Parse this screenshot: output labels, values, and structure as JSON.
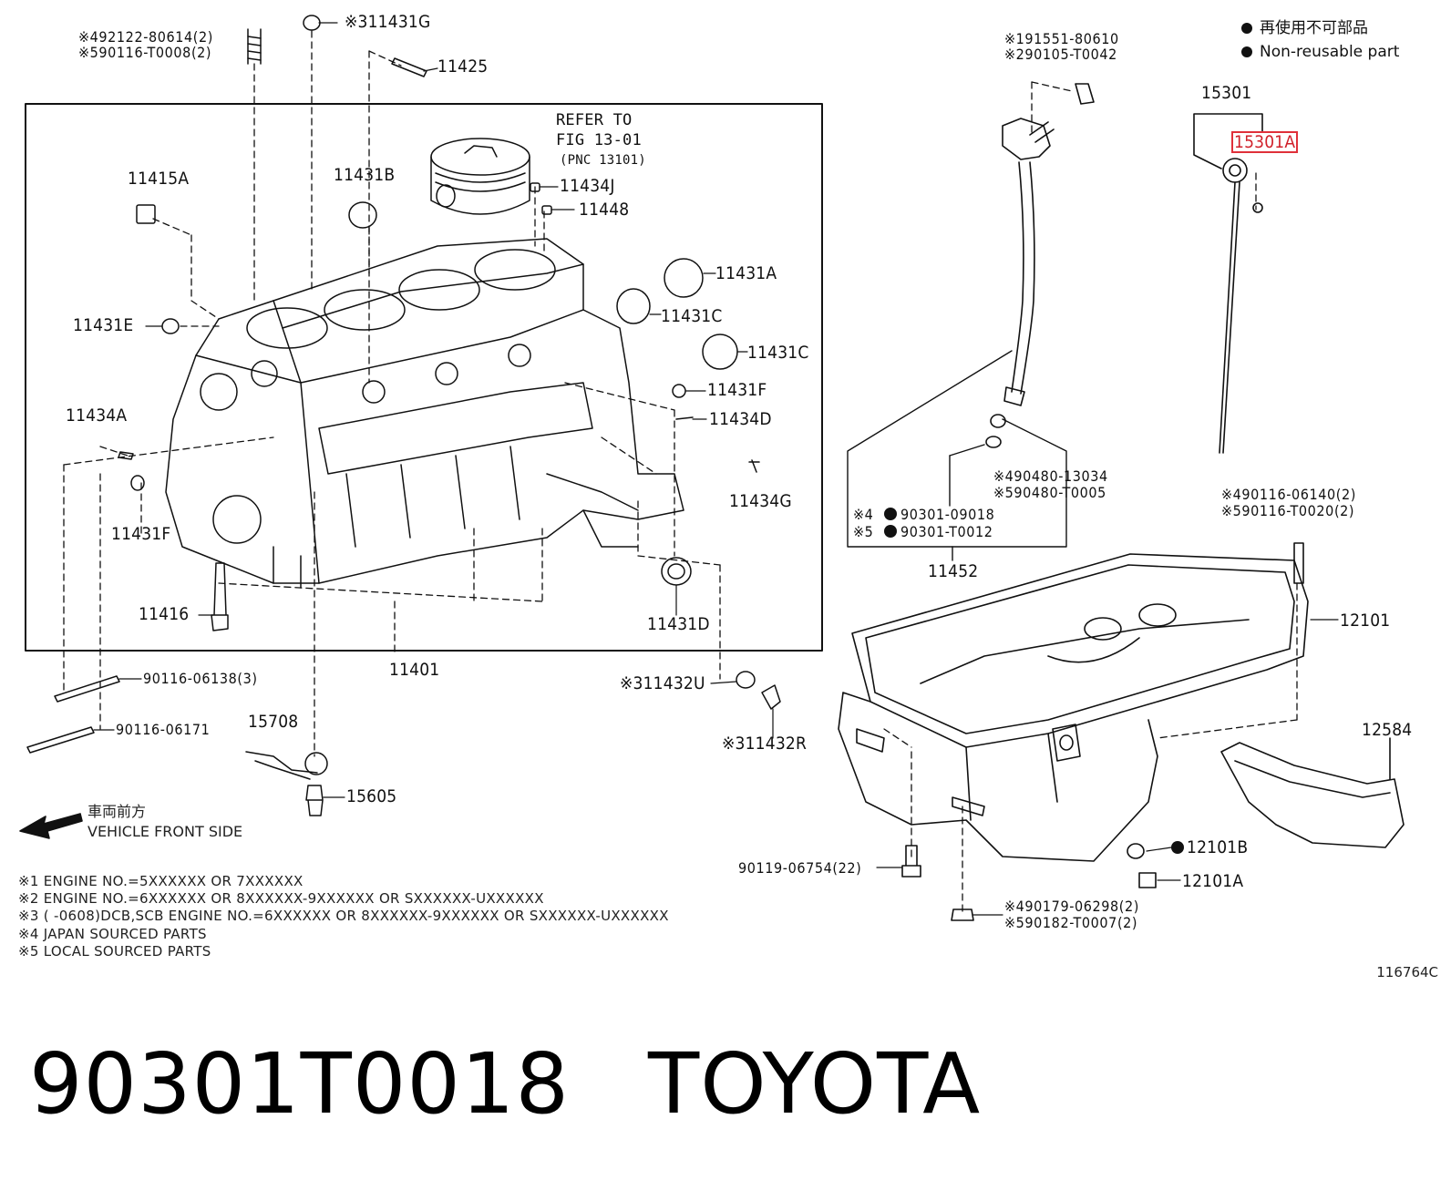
{
  "legend": {
    "line1": "再使用不可部品",
    "line2": "Non-reusable part"
  },
  "figure_id": "116764C",
  "footer": {
    "part_number": "90301T0018",
    "brand": "TOYOTA"
  },
  "front_side": {
    "jp": "車両前方",
    "en": "VEHICLE FRONT SIDE"
  },
  "refer": {
    "line1": "REFER TO",
    "line2": "FIG 13-01",
    "line3": "(PNC 13101)"
  },
  "labels": {
    "p_92122": "※492122-80614(2)",
    "p_90116_t0008": "※590116-T0008(2)",
    "p_11431G": "※311431G",
    "p_11425": "11425",
    "p_11431B": "11431B",
    "p_11434J": "11434J",
    "p_11448": "11448",
    "p_11415A": "11415A",
    "p_11431A": "11431A",
    "p_11431C_1": "11431C",
    "p_11431C_2": "11431C",
    "p_11431E": "11431E",
    "p_11431F_1": "11431F",
    "p_11434A": "11434A",
    "p_11434D": "11434D",
    "p_11434G": "11434G",
    "p_11431F_2": "11431F",
    "p_11416": "11416",
    "p_11431D": "11431D",
    "p_11401": "11401",
    "p_90116_06138": "90116-06138(3)",
    "p_90116_06171": "90116-06171",
    "p_15708": "15708",
    "p_15605": "15605",
    "p_11432U": "※311432U",
    "p_11432R": "※311432R",
    "p_91551": "※191551-80610",
    "p_90105": "※290105-T0042",
    "p_15301": "15301",
    "p_15301A": "15301A",
    "p_90480_13034": "※490480-13034",
    "p_90480_t0005": "※590480-T0005",
    "p_90301_09018": "90301-09018",
    "p_90301_t0012": "90301-T0012",
    "p_mark4": "※4",
    "p_mark5": "※5",
    "p_11452": "11452",
    "p_90116_06140": "※490116-06140(2)",
    "p_90116_t0020": "※590116-T0020(2)",
    "p_12101": "12101",
    "p_12584": "12584",
    "p_90119": "90119-06754(22)",
    "p_12101B": "12101B",
    "p_12101A": "12101A",
    "p_90179": "※490179-06298(2)",
    "p_90182": "※590182-T0007(2)"
  },
  "notes": [
    "※1 ENGINE NO.=5XXXXXX OR 7XXXXXX",
    "※2 ENGINE NO.=6XXXXXX OR 8XXXXXX-9XXXXXX OR SXXXXXX-UXXXXXX",
    "※3 (       -0608)DCB,SCB ENGINE NO.=6XXXXXX OR 8XXXXXX-9XXXXXX OR SXXXXXX-UXXXXXX",
    "※4 JAPAN SOURCED PARTS",
    "※5 LOCAL SOURCED PARTS"
  ]
}
